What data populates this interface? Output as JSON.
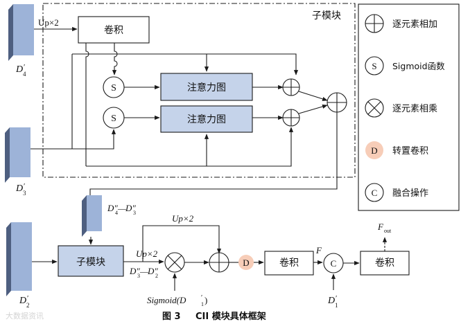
{
  "colors": {
    "line": "#1a1a1a",
    "feature_front": "#9db3d8",
    "feature_side": "#4e5f80",
    "block_fill": "#c5d3ea",
    "deconv_fill": "#f7cdb8"
  },
  "submodule": {
    "title": "子模块",
    "upsample_label": "Up×2",
    "conv_label": "卷积",
    "attention_label": "注意力图",
    "sigmoid_symbol": "S",
    "input_top": {
      "base": "D",
      "prime": "′",
      "sub": "4"
    },
    "input_side": {
      "base": "D",
      "prime": "′",
      "sub": "3"
    }
  },
  "legend": {
    "items": [
      {
        "icon": "plus-circle-icon",
        "label": "逐元素相加"
      },
      {
        "icon": "sigmoid-circle-icon",
        "symbol": "S",
        "label": "Sigmoid函数"
      },
      {
        "icon": "times-circle-icon",
        "label": "逐元素相乘"
      },
      {
        "icon": "deconv-circle-icon",
        "symbol": "D",
        "label": "转置卷积"
      },
      {
        "icon": "concat-circle-icon",
        "symbol": "C",
        "label": "融合操作"
      }
    ]
  },
  "pipeline": {
    "submodule_label": "子模块",
    "conv_label_1": "卷积",
    "conv_label_2": "卷积",
    "deconv_symbol": "D",
    "concat_symbol": "C",
    "upsample_top": "Up×2",
    "upsample_mid": "Up×2",
    "feature_f": "F",
    "output_base": "F",
    "output_sub": "out",
    "sigmoid_label": "Sigmoid(D",
    "sigmoid_prime": "′",
    "sigmoid_sub": "1",
    "sigmoid_close": ")",
    "d2_pair": {
      "first": "D″",
      "first_sub": "3",
      "dash": "—",
      "second": "D″",
      "second_sub": "2"
    },
    "d4_pair": {
      "first": "D″",
      "first_sub": "4",
      "dash": "—",
      "second": "D″",
      "second_sub": "3"
    },
    "input_d2": {
      "base": "D",
      "prime": "′",
      "sub": "2"
    },
    "input_d1": {
      "base": "D",
      "prime": "′",
      "sub": "1"
    }
  },
  "caption": {
    "figure_no": "图 3",
    "title": "CII 模块具体框架"
  },
  "watermark": "大数据资讯"
}
